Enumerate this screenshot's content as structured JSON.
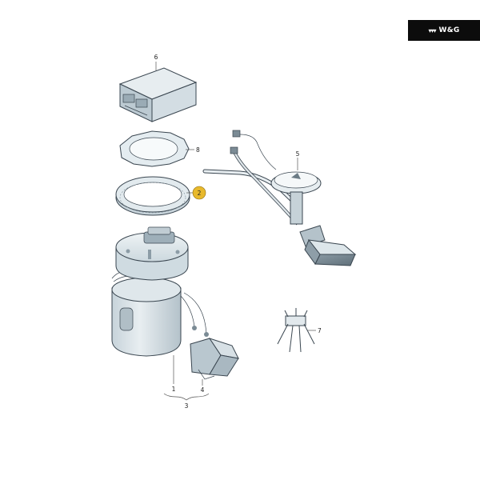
{
  "brand": {
    "logo_text": "W&G",
    "logo_mark": "▾▾▾"
  },
  "callouts": [
    "1",
    "2",
    "3",
    "4",
    "5",
    "6",
    "7",
    "8"
  ],
  "highlighted_callout": "2",
  "colors": {
    "part_fill": "#dce5ea",
    "part_shadow": "#b9c7cf",
    "highlight": "#e8b92c",
    "badge": "#0c0c0c"
  }
}
